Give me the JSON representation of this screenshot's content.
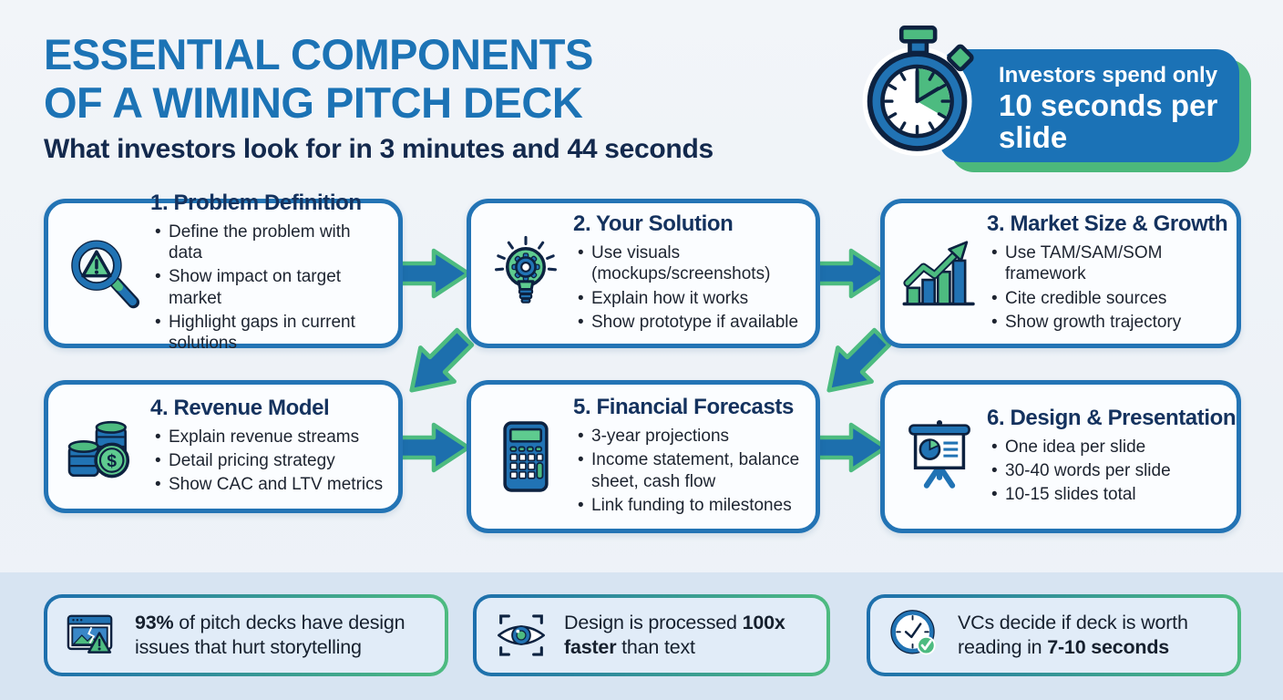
{
  "header": {
    "title_line1": "ESSENTIAL COMPONENTS",
    "title_line2": "OF A WIMING PITCH DECK",
    "subtitle": "What investors look for in 3 minutes and 44 seconds"
  },
  "badge": {
    "icon": "stopwatch-icon",
    "line1": "Investors spend only",
    "line2": "10 seconds per slide"
  },
  "cards": [
    {
      "number_title": "1. Problem Definition",
      "icon": "magnifier-warning-icon",
      "bullets": [
        "Define the problem with data",
        "Show impact on target market",
        "Highlight gaps in current solutions"
      ]
    },
    {
      "number_title": "2. Your Solution",
      "icon": "lightbulb-gear-icon",
      "bullets": [
        "Use visuals (mockups/screenshots)",
        "Explain how it works",
        "Show prototype if available"
      ]
    },
    {
      "number_title": "3. Market Size & Growth",
      "icon": "growth-chart-icon",
      "bullets": [
        "Use TAM/SAM/SOM framework",
        "Cite credible sources",
        "Show growth trajectory"
      ]
    },
    {
      "number_title": "4. Revenue Model",
      "icon": "coins-icon",
      "bullets": [
        "Explain revenue streams",
        "Detail pricing strategy",
        "Show CAC and LTV metrics"
      ]
    },
    {
      "number_title": "5. Financial Forecasts",
      "icon": "calculator-icon",
      "bullets": [
        "3-year projections",
        "Income statement, balance sheet, cash flow",
        "Link funding to milestones"
      ]
    },
    {
      "number_title": "6. Design & Presentation",
      "icon": "presentation-board-icon",
      "bullets": [
        "One idea per slide",
        "30-40 words per slide",
        "10-15 slides total"
      ]
    }
  ],
  "stats": [
    {
      "icon": "broken-image-icon",
      "segments": [
        {
          "text": "93%",
          "bold": true
        },
        {
          "text": " of pitch decks have design issues that hurt storytelling",
          "bold": false
        }
      ]
    },
    {
      "icon": "eye-scan-icon",
      "segments": [
        {
          "text": "Design is processed ",
          "bold": false
        },
        {
          "text": "100x faster",
          "bold": true
        },
        {
          "text": " than text",
          "bold": false
        }
      ]
    },
    {
      "icon": "clock-check-icon",
      "segments": [
        {
          "text": "VCs decide if deck is worth reading in ",
          "bold": false
        },
        {
          "text": "7-10 seconds",
          "bold": true
        }
      ]
    }
  ],
  "colors": {
    "title_blue": "#1c73b5",
    "navy": "#14325e",
    "green": "#4dbb80",
    "badge_blue": "#1b72b6",
    "card_border": "#2374b5",
    "band": "#d7e4f2",
    "arrow_blue": "#1d6fad",
    "outline_navy": "#0d2240"
  }
}
